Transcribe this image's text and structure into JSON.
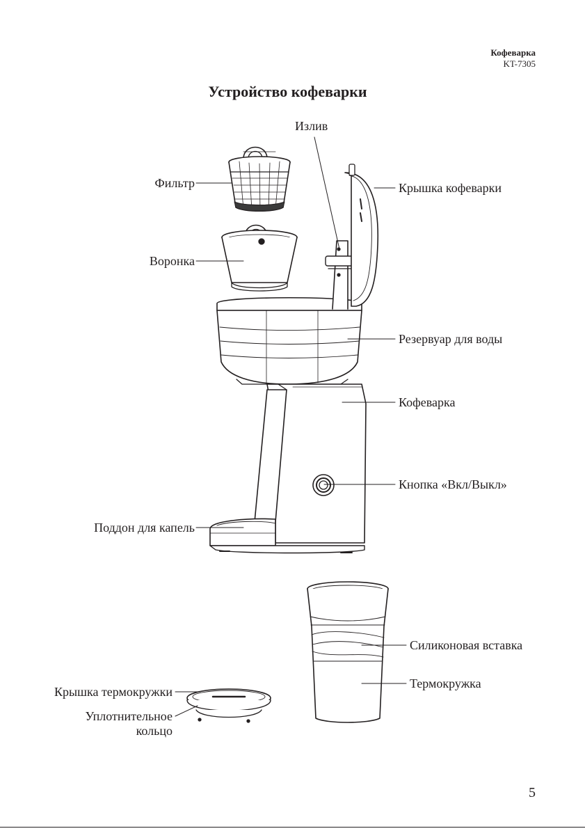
{
  "header": {
    "product": "Кофеварка",
    "model": "KT-7305"
  },
  "title": "Устройство кофеварки",
  "labels": {
    "spout": "Излив",
    "filter": "Фильтр",
    "lid": "Крышка кофеварки",
    "funnel": "Воронка",
    "reservoir": "Резервуар для воды",
    "coffeemaker": "Кофеварка",
    "power_button": "Кнопка «Вкл/Выкл»",
    "drip_tray": "Поддон для капель",
    "silicone_insert": "Силиконовая вставка",
    "thermo_mug": "Термокружка",
    "mug_lid": "Крышка термокружки",
    "seal_ring_line1": "Уплотнительное",
    "seal_ring_line2": "кольцо"
  },
  "page_number": "5"
}
